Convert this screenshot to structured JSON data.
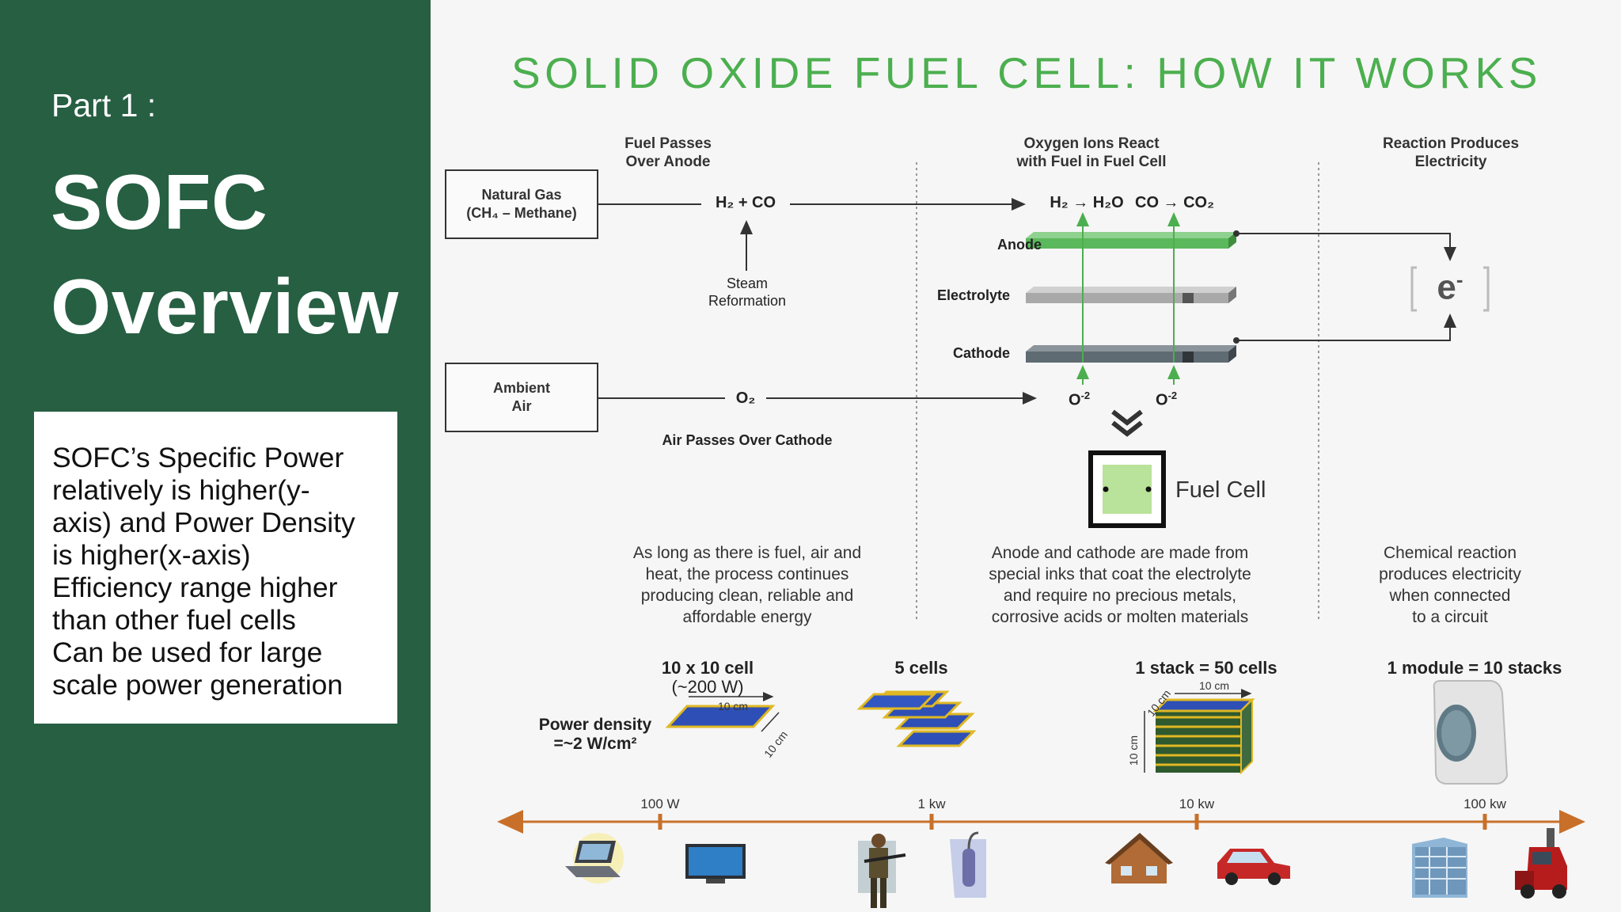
{
  "slide": {
    "part_label": "Part 1 :",
    "title_line1": "SOFC",
    "title_line2": "Overview",
    "description_lines": [
      "SOFC’s Specific Power",
      "relatively is higher(y-",
      "axis) and Power Density",
      "is higher(x-axis)",
      "Efficiency range higher",
      "than other fuel cells",
      "Can be used for large",
      "scale power generation"
    ]
  },
  "diagram": {
    "title": "SOLID OXIDE FUEL CELL: HOW IT WORKS",
    "columns": [
      {
        "header_line1": "Fuel Passes",
        "header_line2": "Over Anode"
      },
      {
        "header_line1": "Oxygen Ions React",
        "header_line2": "with Fuel in Fuel Cell"
      },
      {
        "header_line1": "Reaction Produces",
        "header_line2": "Electricity"
      }
    ],
    "natural_gas_line1": "Natural Gas",
    "natural_gas_line2": "(CH₄ – Methane)",
    "ambient_air_line1": "Ambient",
    "ambient_air_line2": "Air",
    "fuel_mix": "H₂ + CO",
    "steam_reformation_line1": "Steam",
    "steam_reformation_line2": "Reformation",
    "reaction_h2": "H₂ → H₂O",
    "reaction_co": "CO → CO₂",
    "oxygen": "O₂",
    "air_passes": "Air Passes Over Cathode",
    "layers": {
      "anode": "Anode",
      "electrolyte": "Electrolyte",
      "cathode": "Cathode"
    },
    "oxide_ion": "O",
    "oxide_charge": "-2",
    "electron": "e",
    "electron_charge": "-",
    "fuel_cell_label": "Fuel Cell",
    "paragraphs": [
      [
        "As long as there is fuel, air and",
        "heat, the process continues",
        "producing clean, reliable and",
        "affordable energy"
      ],
      [
        "Anode and cathode are made from",
        "special inks that coat the electrolyte",
        "and require no precious metals,",
        "corrosive acids or molten materials"
      ],
      [
        "Chemical reaction",
        "produces electricity",
        "when connected",
        "to a circuit"
      ]
    ],
    "colors": {
      "title_green": "#4caf4f",
      "anode_green": "#5cb85c",
      "panel_green": "#265f42",
      "scale_orange": "#c8702a"
    }
  },
  "scale": {
    "stages": [
      {
        "line1": "10 x 10 cell",
        "line2": "(~200 W)"
      },
      {
        "line1": "5 cells",
        "line2": ""
      },
      {
        "line1": "1 stack = 50 cells",
        "line2": ""
      },
      {
        "line1": "1 module = 10 stacks",
        "line2": ""
      }
    ],
    "power_density_line1": "Power density",
    "power_density_line2": "=~2 W/cm²",
    "dim_label": "10 cm",
    "ticks": [
      "100 W",
      "1 kw",
      "10 kw",
      "100 kw"
    ],
    "icons": [
      "laptop-icon",
      "tv-icon",
      "soldier-icon",
      "vacuum-icon",
      "house-icon",
      "car-icon",
      "building-icon",
      "truck-icon"
    ]
  }
}
